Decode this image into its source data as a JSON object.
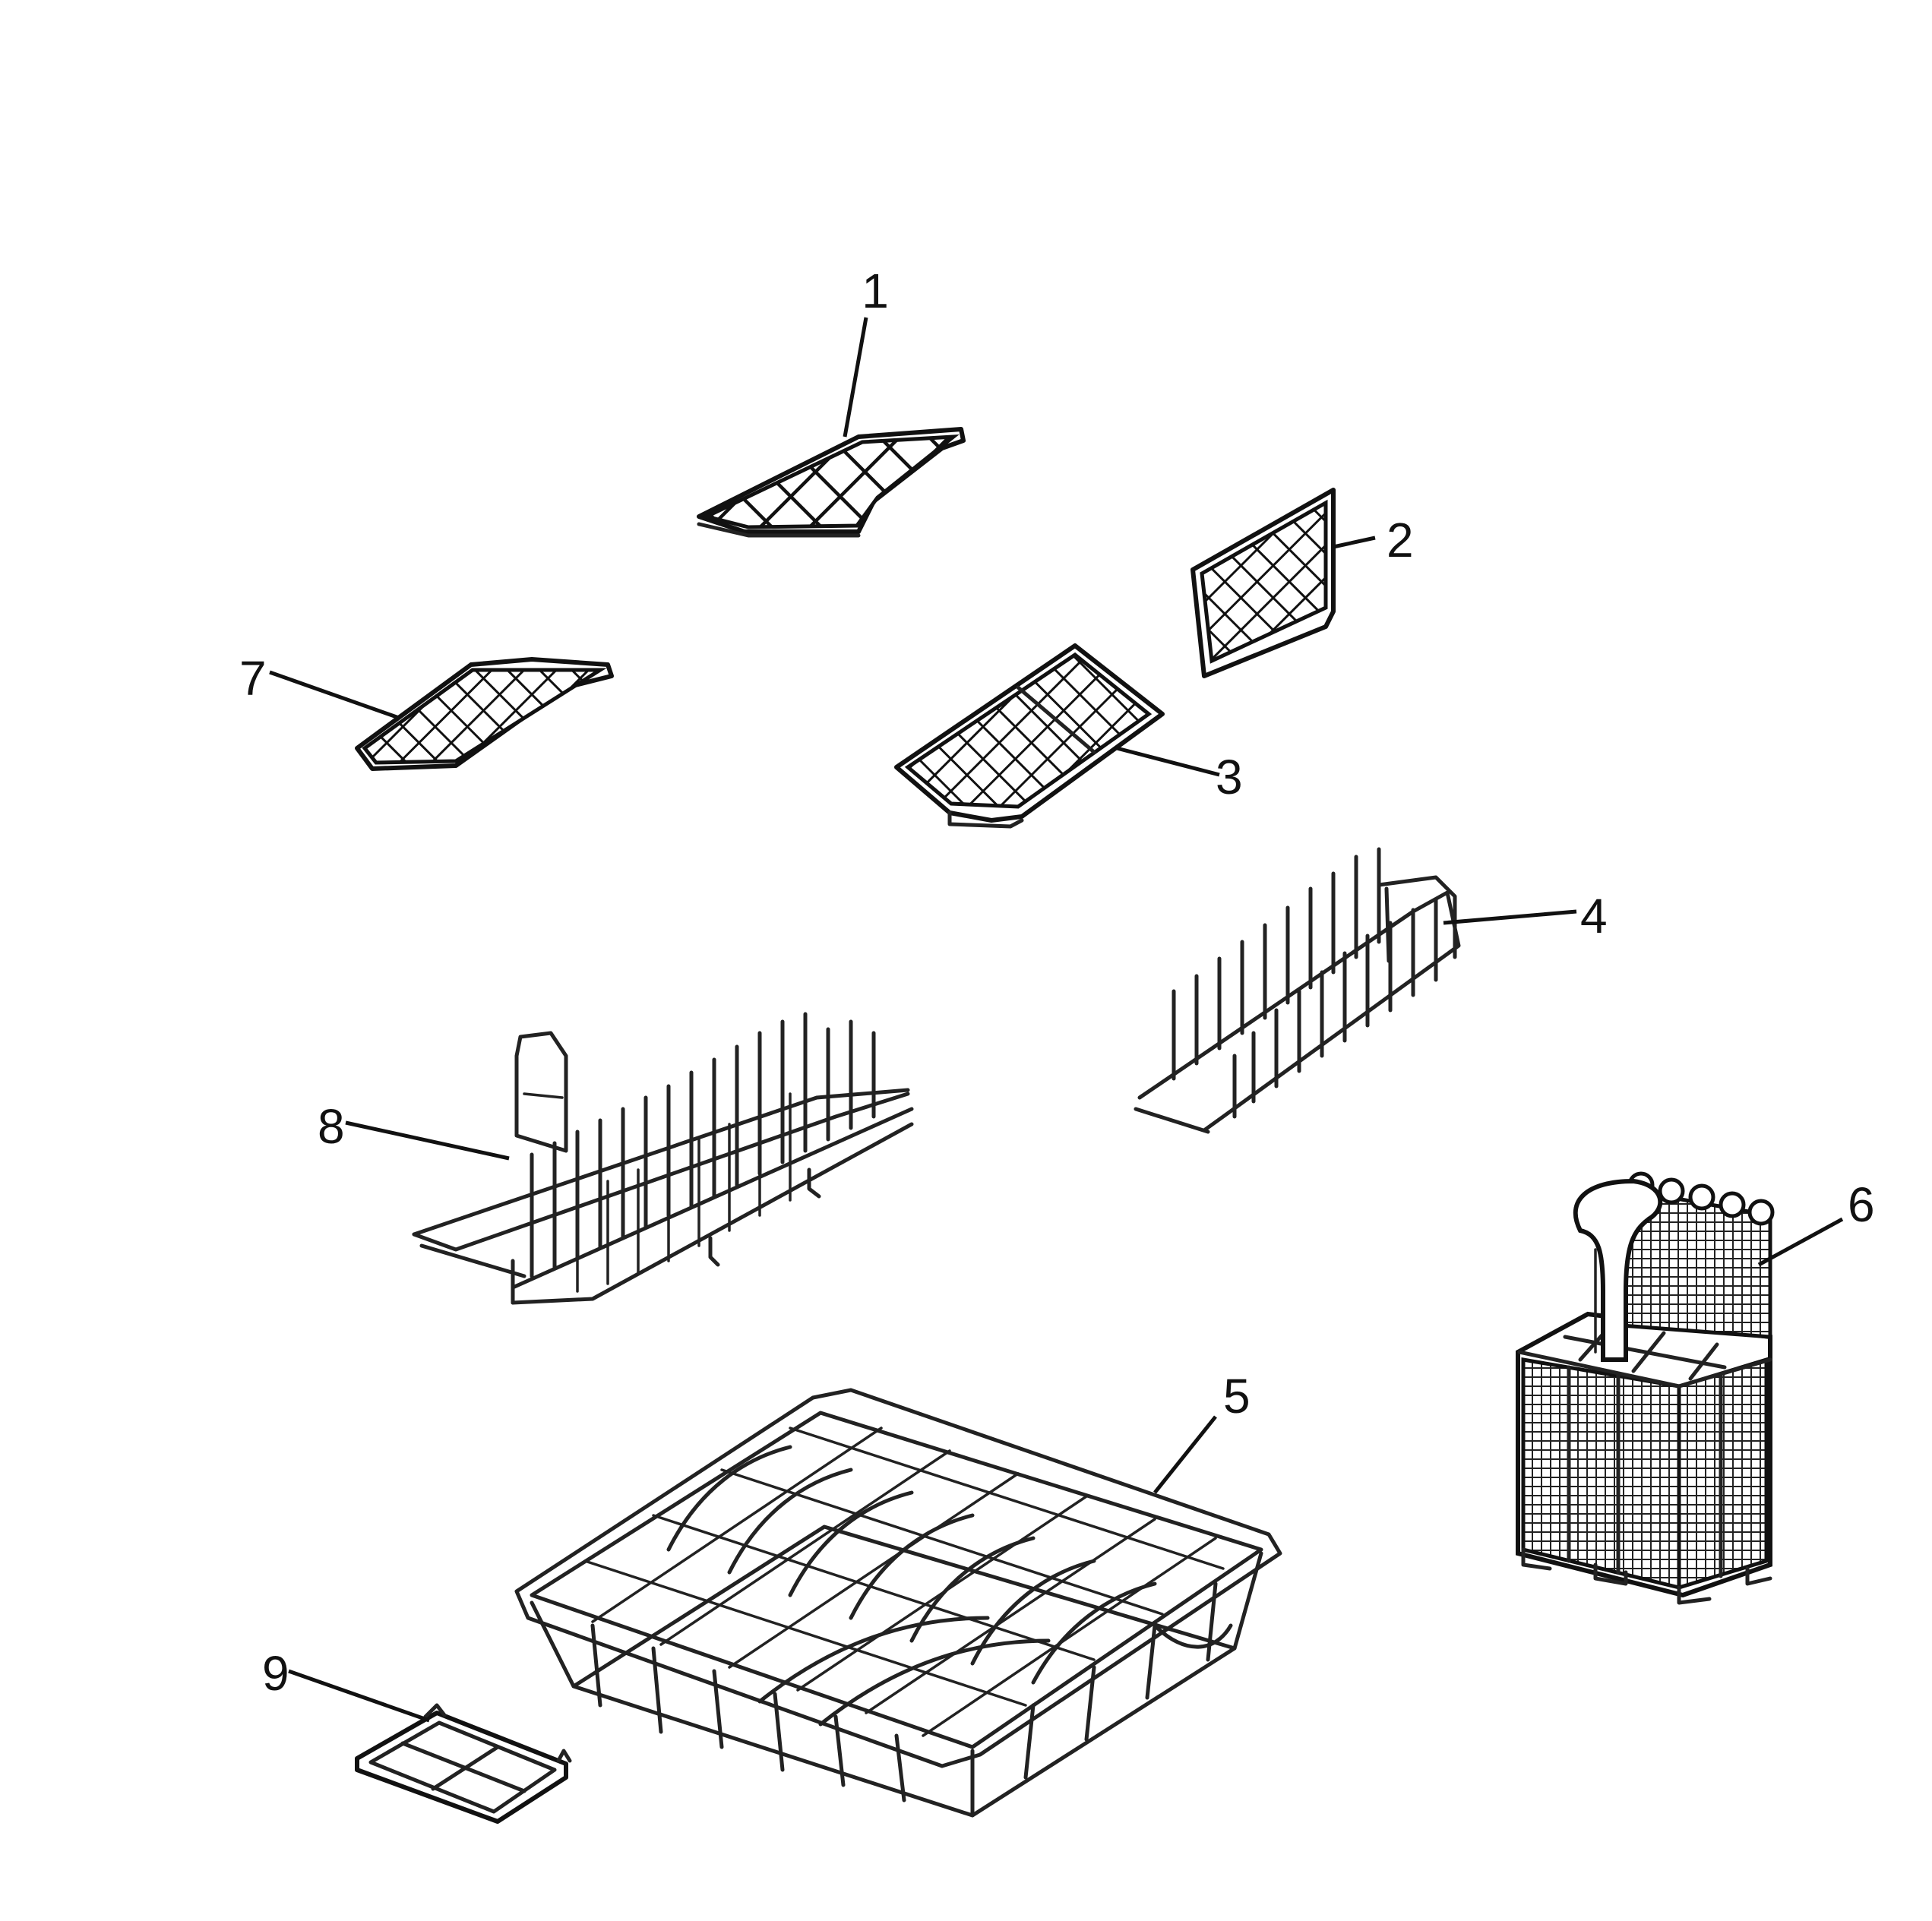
{
  "diagram": {
    "parts": [
      {
        "id": "part-1",
        "label": "1"
      },
      {
        "id": "part-2",
        "label": "2"
      },
      {
        "id": "part-3",
        "label": "3"
      },
      {
        "id": "part-4",
        "label": "4"
      },
      {
        "id": "part-5",
        "label": "5"
      },
      {
        "id": "part-6",
        "label": "6"
      },
      {
        "id": "part-7",
        "label": "7"
      },
      {
        "id": "part-8",
        "label": "8"
      },
      {
        "id": "part-9",
        "label": "9"
      }
    ]
  }
}
